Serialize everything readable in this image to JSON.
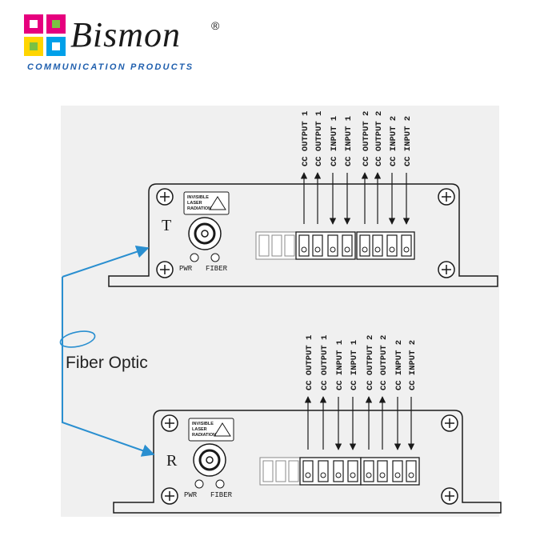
{
  "brand": {
    "name": "Bismon",
    "registered": "®",
    "tagline": "COMMUNICATION PRODUCTS",
    "colors": [
      "#e6007e",
      "#ffd500",
      "#00a0e9",
      "#7ac143"
    ]
  },
  "fiber_label": "Fiber Optic",
  "units": [
    {
      "id": "transmitter",
      "letter": "T",
      "warning_lines": [
        "INVISIBLE",
        "LASER",
        "RADIATION"
      ],
      "pwr_label": "PWR",
      "fiber_label": "FIBER",
      "channels": [
        {
          "label": "CC OUTPUT 1",
          "direction": "up"
        },
        {
          "label": "CC OUTPUT 1",
          "direction": "up"
        },
        {
          "label": "CC INPUT 1",
          "direction": "down"
        },
        {
          "label": "CC INPUT 1",
          "direction": "down"
        },
        {
          "label": "CC OUTPUT 2",
          "direction": "up"
        },
        {
          "label": "CC OUTPUT 2",
          "direction": "up"
        },
        {
          "label": "CC INPUT 2",
          "direction": "down"
        },
        {
          "label": "CC INPUT 2",
          "direction": "down"
        }
      ]
    },
    {
      "id": "receiver",
      "letter": "R",
      "warning_lines": [
        "INVISIBLE",
        "LASER",
        "RADIATION"
      ],
      "pwr_label": "PWR",
      "fiber_label": "FIBER",
      "channels": [
        {
          "label": "CC OUTPUT 1",
          "direction": "up"
        },
        {
          "label": "CC OUTPUT 1",
          "direction": "up"
        },
        {
          "label": "CC INPUT 1",
          "direction": "down"
        },
        {
          "label": "CC INPUT 1",
          "direction": "down"
        },
        {
          "label": "CC OUTPUT 2",
          "direction": "up"
        },
        {
          "label": "CC OUTPUT 2",
          "direction": "up"
        },
        {
          "label": "CC INPUT 2",
          "direction": "down"
        },
        {
          "label": "CC INPUT 2",
          "direction": "down"
        }
      ]
    }
  ],
  "colors": {
    "panel_bg": "#f0f0f0",
    "line": "#1a1a1a",
    "fiber": "#2a8fd0",
    "tagline": "#1f5fae"
  }
}
